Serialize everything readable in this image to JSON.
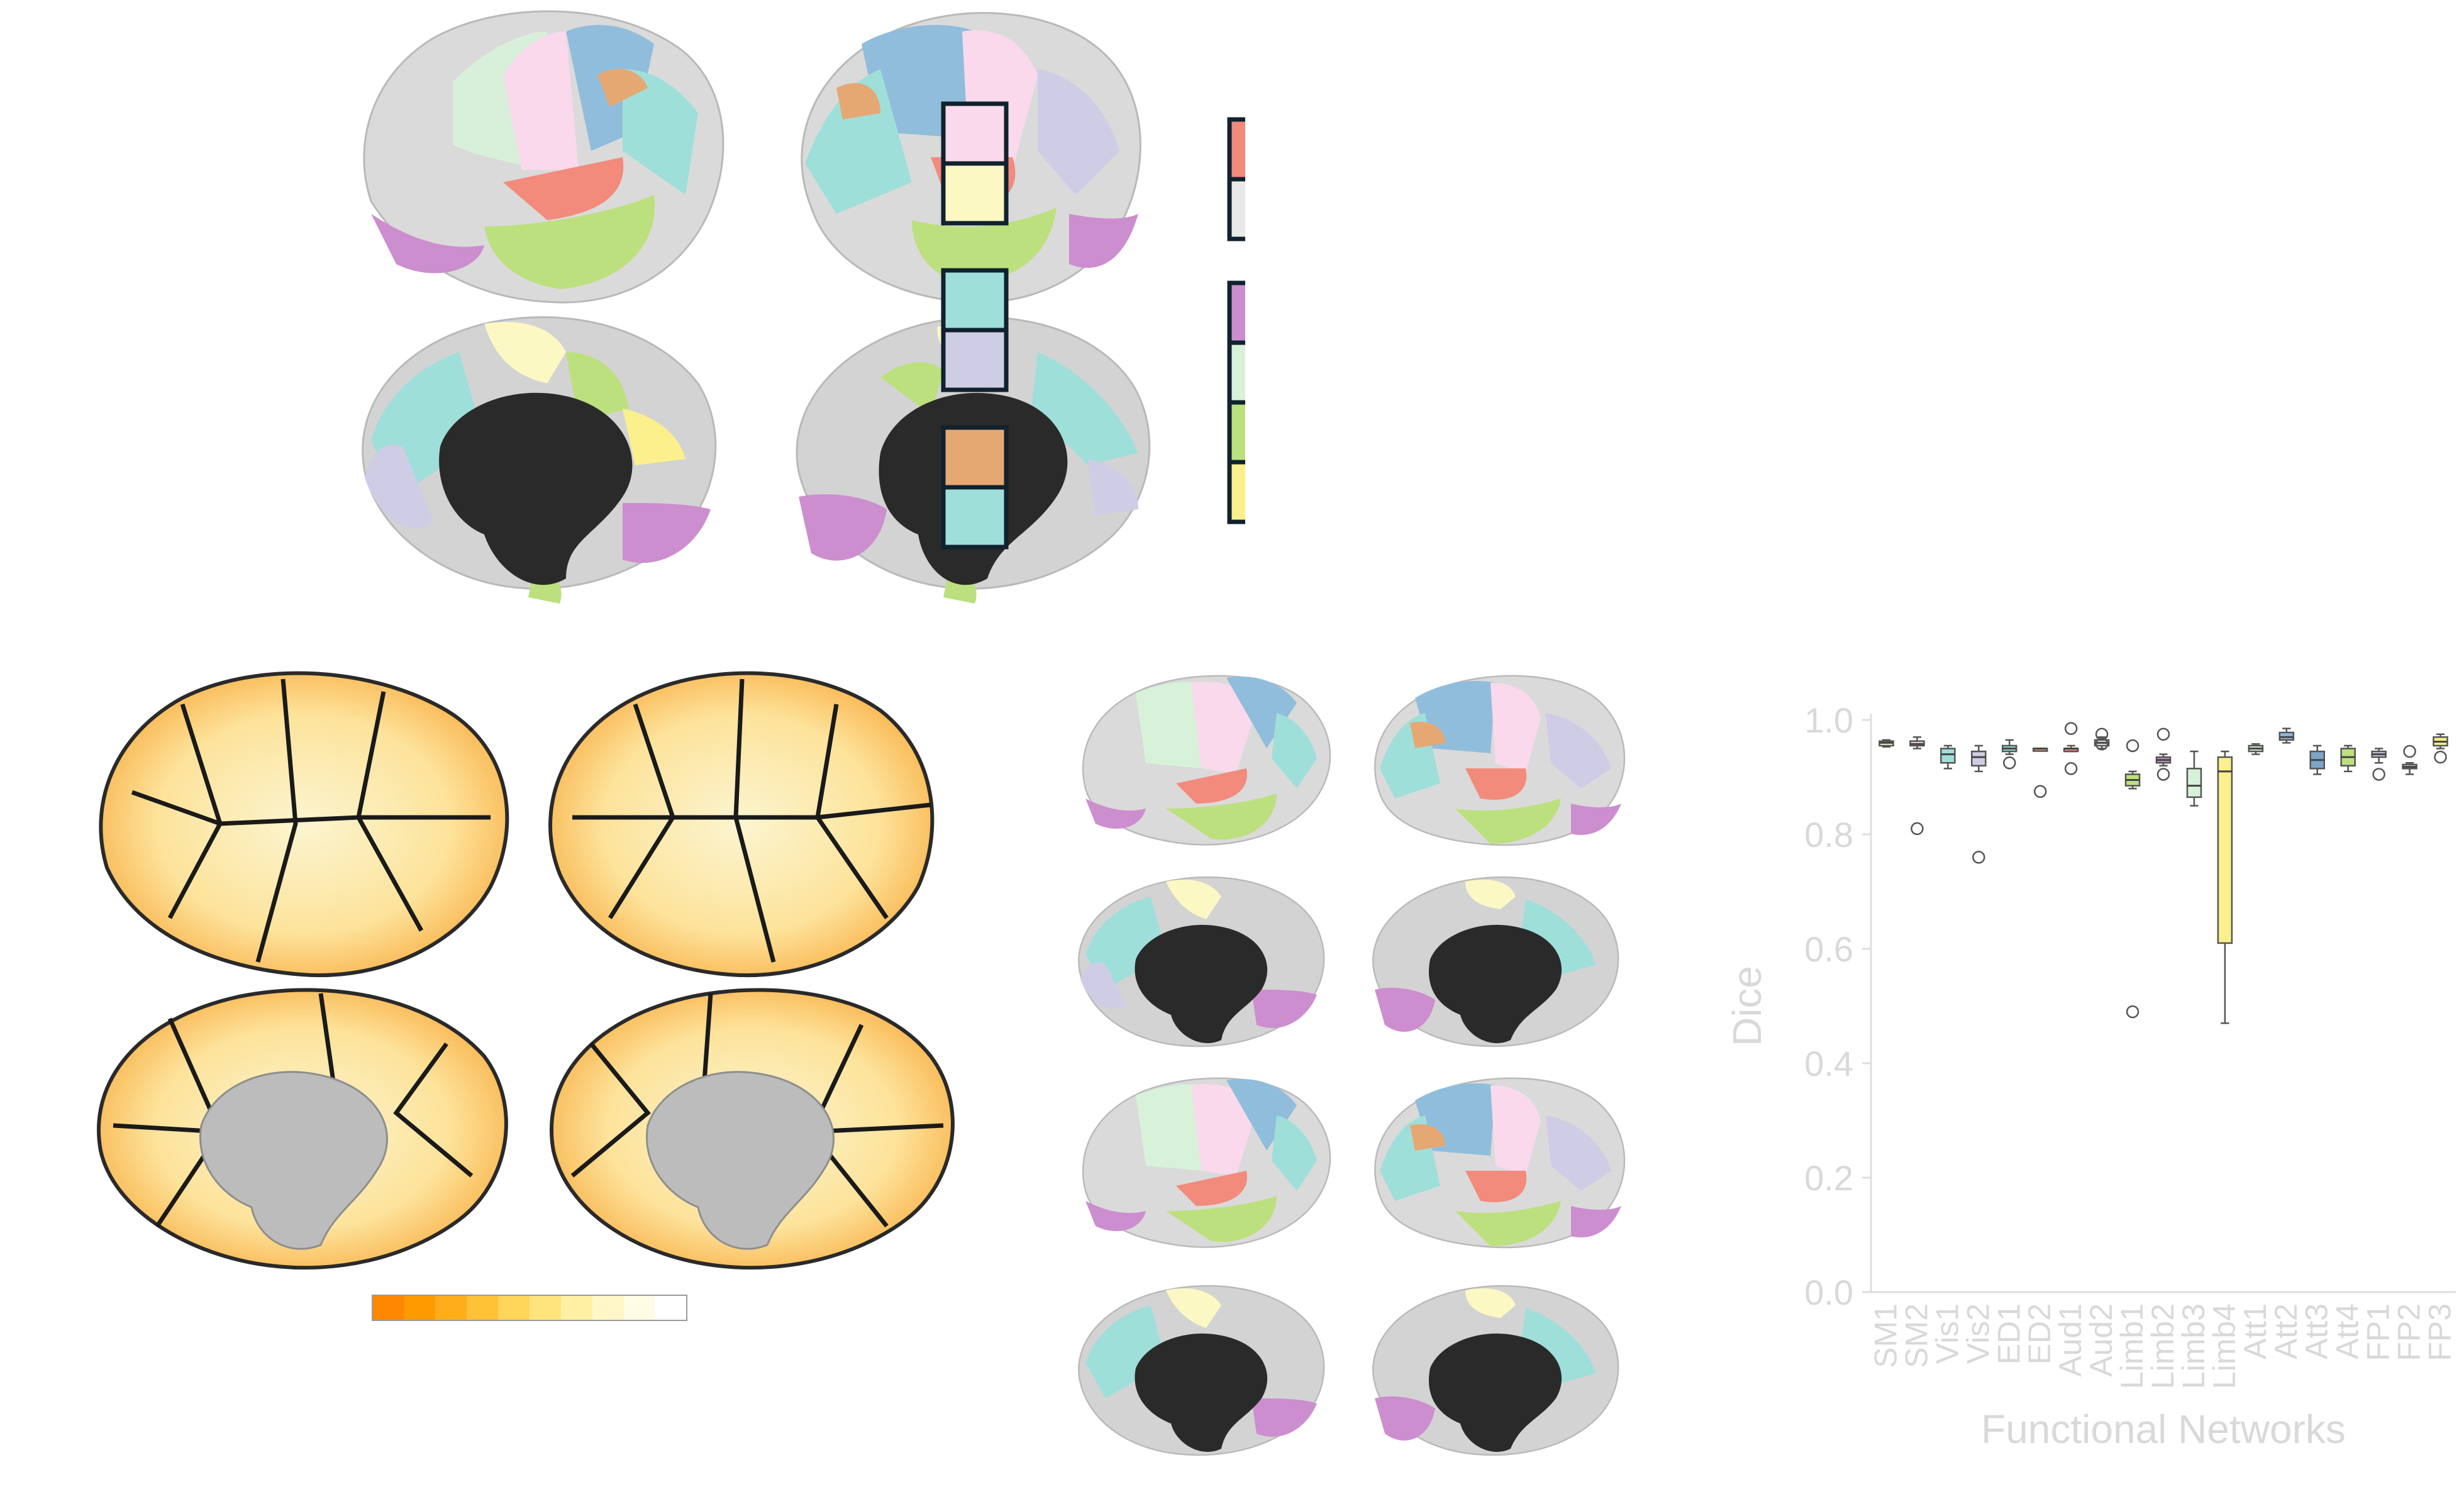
{
  "parcellation_colors": {
    "SM1": "#fad9ec",
    "SM2": "#fbf8c4",
    "Vis1": "#9fdfd9",
    "Vis2": "#cfcde6",
    "ED1": "#e6a872",
    "Aud1": "#f28b7c",
    "Aud2": "#e9e9e9",
    "Limb1": "#cc8ecf",
    "Limb2": "#d7f2d9",
    "Limb3": "#bde07e",
    "Limb4": "#fbf08c",
    "Att1": "#91bddc",
    "Att2": "#7da5c8",
    "Att3": "#cdc8ea",
    "Att4": "#bde07e",
    "FP1": "#dcdcdc",
    "FP2": "#cfe8d2",
    "FP3": "#fdf186"
  },
  "legend_groups": [
    [
      "#fad9ec",
      "#fbf8c4"
    ],
    [
      "#9fdfd9",
      "#cfcde6"
    ],
    [
      "#e6a872",
      "#9fdfd9"
    ],
    [
      "#f28b7c",
      "#e9e9e9"
    ],
    [
      "#cc8ecf",
      "#d7f2d9",
      "#bde07e",
      "#fbf08c"
    ],
    [
      "#91bddc",
      "#7da5c8",
      "#cdc8ea",
      "#bde07e"
    ],
    [
      "#dcdcdc",
      "#cfe8d2",
      "#fdf186"
    ]
  ],
  "colorbar": {
    "colors": [
      "#ff8800",
      "#ff9a00",
      "#ffae1a",
      "#ffc236",
      "#ffd55a",
      "#ffe47e",
      "#fff0a4",
      "#fff7c8",
      "#fffce6",
      "#ffffff"
    ]
  },
  "chart_data": {
    "type": "box",
    "xlabel": "Functional Networks",
    "ylabel": "Dice",
    "ylim": [
      0.0,
      1.0
    ],
    "yticks": [
      "0.0",
      "0.2",
      "0.4",
      "0.6",
      "0.8",
      "1.0"
    ],
    "categories": [
      "SM1",
      "SM2",
      "Vis1",
      "Vis2",
      "ED1",
      "ED2",
      "Aud1",
      "Aud2",
      "Limb1",
      "Limb2",
      "Limb3",
      "Limb4",
      "Att1",
      "Att2",
      "Att3",
      "Att4",
      "FP1",
      "FP2",
      "FP3"
    ],
    "boxes": [
      {
        "q1": 0.955,
        "med": 0.96,
        "q3": 0.963,
        "lo": 0.953,
        "hi": 0.965,
        "outliers": [],
        "color": "#fbf8c4"
      },
      {
        "q1": 0.955,
        "med": 0.958,
        "q3": 0.963,
        "lo": 0.95,
        "hi": 0.97,
        "outliers": [
          0.81
        ],
        "color": "#fad9ec"
      },
      {
        "q1": 0.925,
        "med": 0.94,
        "q3": 0.95,
        "lo": 0.915,
        "hi": 0.955,
        "outliers": [],
        "color": "#9fdfd9"
      },
      {
        "q1": 0.92,
        "med": 0.935,
        "q3": 0.945,
        "lo": 0.91,
        "hi": 0.955,
        "outliers": [
          0.76
        ],
        "color": "#cfcde6"
      },
      {
        "q1": 0.945,
        "med": 0.95,
        "q3": 0.955,
        "lo": 0.94,
        "hi": 0.965,
        "outliers": [
          0.925
        ],
        "color": "#9fdfd9"
      },
      {
        "q1": 0.95,
        "med": 0.95,
        "q3": 0.95,
        "lo": 0.95,
        "hi": 0.95,
        "outliers": [
          0.875
        ],
        "color": "#e6a872"
      },
      {
        "q1": 0.945,
        "med": 0.95,
        "q3": 0.95,
        "lo": 0.945,
        "hi": 0.955,
        "outliers": [
          0.985,
          0.915
        ],
        "color": "#f28b7c"
      },
      {
        "q1": 0.955,
        "med": 0.96,
        "q3": 0.965,
        "lo": 0.95,
        "hi": 0.97,
        "outliers": [
          0.975,
          0.958
        ],
        "color": "#e9e9e9"
      },
      {
        "q1": 0.885,
        "med": 0.895,
        "q3": 0.905,
        "lo": 0.88,
        "hi": 0.91,
        "outliers": [
          0.955,
          0.49
        ],
        "color": "#bde07e"
      },
      {
        "q1": 0.925,
        "med": 0.93,
        "q3": 0.935,
        "lo": 0.92,
        "hi": 0.94,
        "outliers": [
          0.975,
          0.905
        ],
        "color": "#cc8ecf"
      },
      {
        "q1": 0.865,
        "med": 0.885,
        "q3": 0.915,
        "lo": 0.85,
        "hi": 0.945,
        "outliers": [],
        "color": "#d7f2d9"
      },
      {
        "q1": 0.61,
        "med": 0.91,
        "q3": 0.935,
        "lo": 0.47,
        "hi": 0.945,
        "outliers": [],
        "color": "#fbf08c"
      },
      {
        "q1": 0.945,
        "med": 0.95,
        "q3": 0.955,
        "lo": 0.94,
        "hi": 0.958,
        "outliers": [],
        "color": "#d7f2d9"
      },
      {
        "q1": 0.965,
        "med": 0.97,
        "q3": 0.978,
        "lo": 0.96,
        "hi": 0.985,
        "outliers": [],
        "color": "#91bddc"
      },
      {
        "q1": 0.915,
        "med": 0.93,
        "q3": 0.945,
        "lo": 0.905,
        "hi": 0.955,
        "outliers": [],
        "color": "#7da5c8"
      },
      {
        "q1": 0.92,
        "med": 0.935,
        "q3": 0.95,
        "lo": 0.91,
        "hi": 0.955,
        "outliers": [],
        "color": "#bde07e"
      },
      {
        "q1": 0.935,
        "med": 0.94,
        "q3": 0.945,
        "lo": 0.925,
        "hi": 0.95,
        "outliers": [
          0.905
        ],
        "color": "#cfcde6"
      },
      {
        "q1": 0.915,
        "med": 0.918,
        "q3": 0.922,
        "lo": 0.905,
        "hi": 0.925,
        "outliers": [
          0.945
        ],
        "color": "#cfe8d2"
      },
      {
        "q1": 0.955,
        "med": 0.962,
        "q3": 0.97,
        "lo": 0.95,
        "hi": 0.975,
        "outliers": [
          0.935
        ],
        "color": "#fdf186"
      }
    ]
  }
}
